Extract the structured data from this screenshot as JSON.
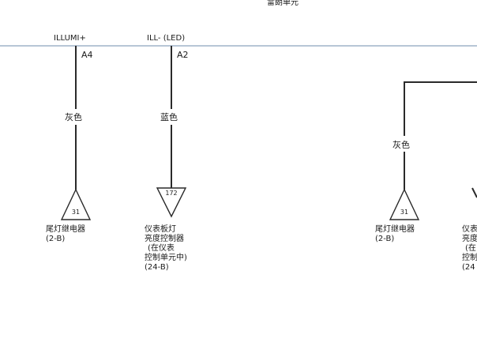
{
  "header": {
    "title": "雷朗单元"
  },
  "bus_labels": {
    "left": "ILLUMI+",
    "right": "ILL- (LED)"
  },
  "pins": {
    "a": "A4",
    "b": "A2"
  },
  "wires": {
    "w1": "灰色",
    "w2": "蓝色",
    "w3": "灰色"
  },
  "connectors": {
    "c1": {
      "number": "31",
      "label_lines": [
        "尾灯继电器",
        "(2-B)"
      ]
    },
    "c2": {
      "number": "172",
      "label_lines": [
        "仪表板灯",
        "亮度控制器",
        "(在仪表",
        "控制单元中)",
        "(24-B)"
      ]
    },
    "c3": {
      "number": "31",
      "label_lines": [
        "尾灯继电器",
        "(2-B)"
      ]
    },
    "c4": {
      "number": "",
      "label_lines": [
        "仪表",
        "亮度",
        "(在",
        "控制",
        "(24"
      ]
    }
  },
  "colors": {
    "wire": "#2a2a2a",
    "bus": "#9fb3c9"
  }
}
